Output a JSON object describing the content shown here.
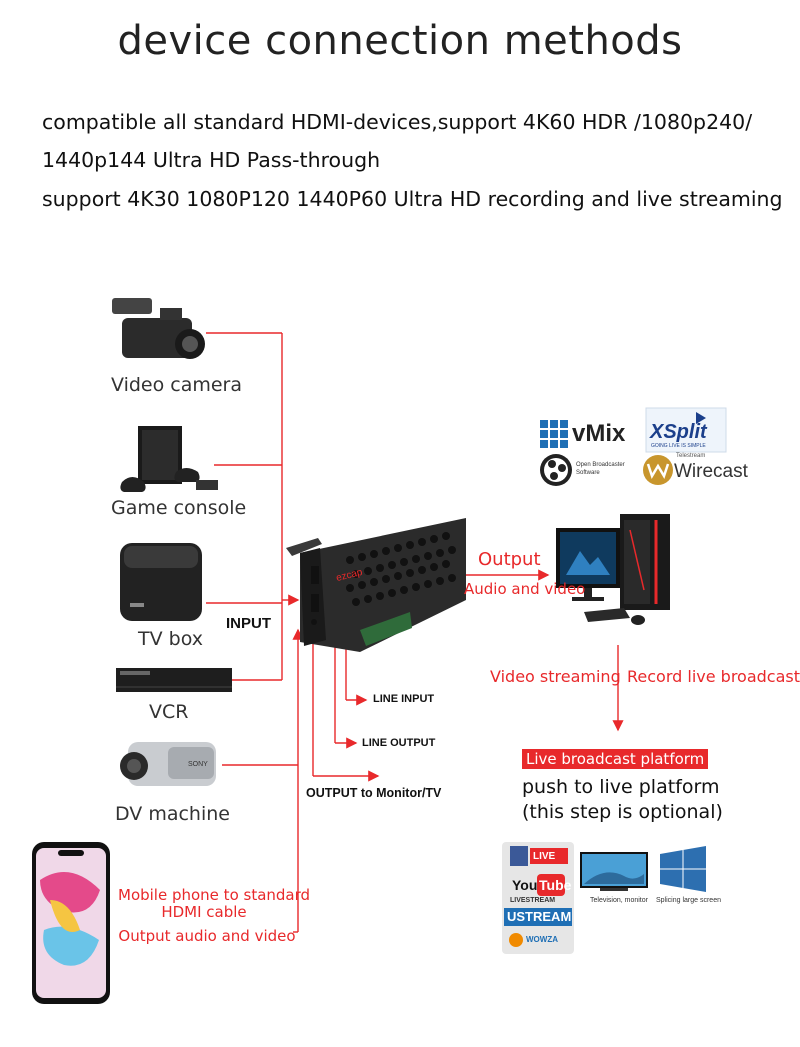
{
  "title": "device connection methods",
  "description": {
    "line1": "compatible all standard HDMI-devices,support 4K60 HDR /1080p240/",
    "line2": "1440p144 Ultra HD Pass-through",
    "line3": "support 4K30 1080P120 1440P60 Ultra HD recording and live streaming"
  },
  "devices": {
    "video_camera": "Video camera",
    "game_console": "Game console",
    "tv_box": "TV box",
    "vcr": "VCR",
    "dv_machine": "DV machine",
    "mobile_line1": "Mobile phone to standard",
    "mobile_line2": "HDMI cable",
    "mobile_output": "Output audio and video"
  },
  "card": {
    "input": "INPUT",
    "line_input": "LINE INPUT",
    "line_output": "LINE OUTPUT",
    "output_monitor": "OUTPUT to Monitor/TV",
    "brand": "ezcap"
  },
  "pc": {
    "output": "Output",
    "audio_video": "Audio and video",
    "video_streaming": "Video streaming",
    "record_live": "Record live broadcast"
  },
  "software": {
    "vmix": "vMix",
    "xsplit": "XSplit",
    "xsplit_tag": "GOING LIVE IS SIMPLE",
    "obs_line1": "Open Broadcaster",
    "obs_line2": "Software",
    "wirecast_top": "Telestream",
    "wirecast": "Wirecast"
  },
  "platform": {
    "badge": "Live broadcast platform",
    "push": "push to live platform",
    "optional": "(this step is optional)",
    "live": "LIVE",
    "youtube_you": "You",
    "youtube_tube": "Tube",
    "livestream": "LIVESTREAM",
    "ustream": "USTREAM",
    "wowza": "WOWZA",
    "tv_monitor": "Television, monitor",
    "splicing": "Splicing large screen"
  },
  "colors": {
    "accent_red": "#e8292b",
    "badge_red": "#e8292b"
  }
}
